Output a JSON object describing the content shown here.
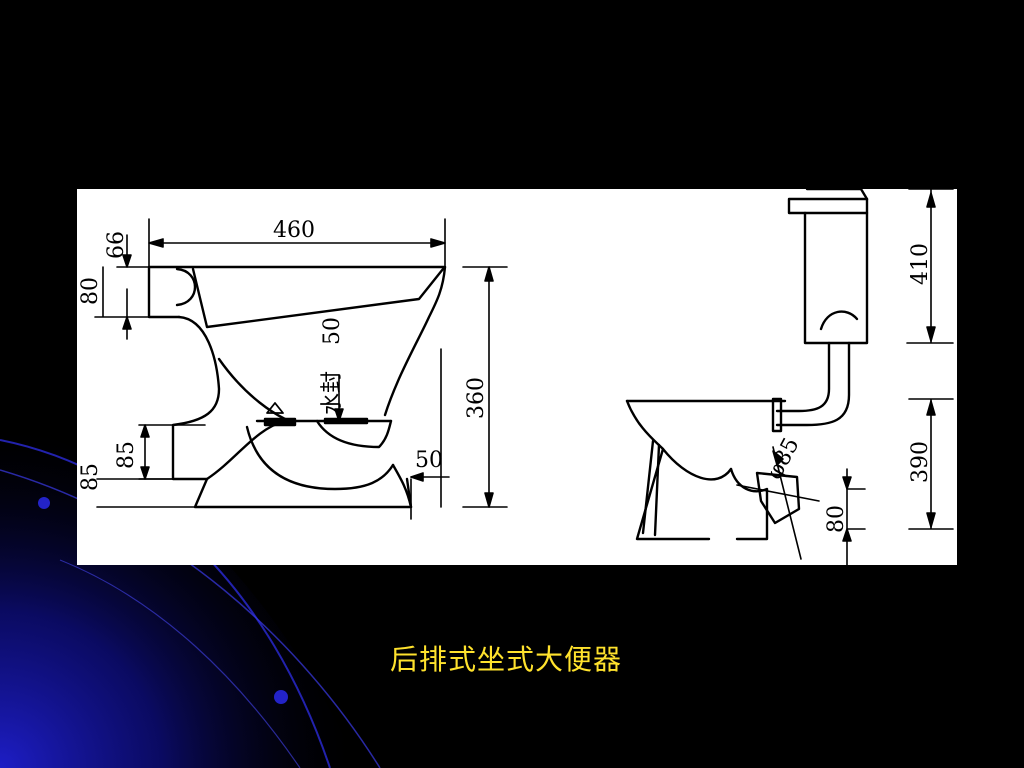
{
  "slide": {
    "caption": "后排式坐式大便器",
    "caption_color": "#ffe22d",
    "background_color": "#000000",
    "accent_color": "#1a1aa8"
  },
  "front_view": {
    "dim_width": "460",
    "dim_top_66": "66",
    "dim_top_80": "80",
    "water_seal_label": "水封",
    "water_seal_value": "50",
    "dim_height": "360",
    "dim_85_inner": "85",
    "dim_85_outer": "85",
    "dim_50_bottom": "50"
  },
  "side_view": {
    "dim_tank": "410",
    "dim_lower": "390",
    "dim_outlet_diameter": "φ85",
    "dim_outlet_80": "80"
  }
}
